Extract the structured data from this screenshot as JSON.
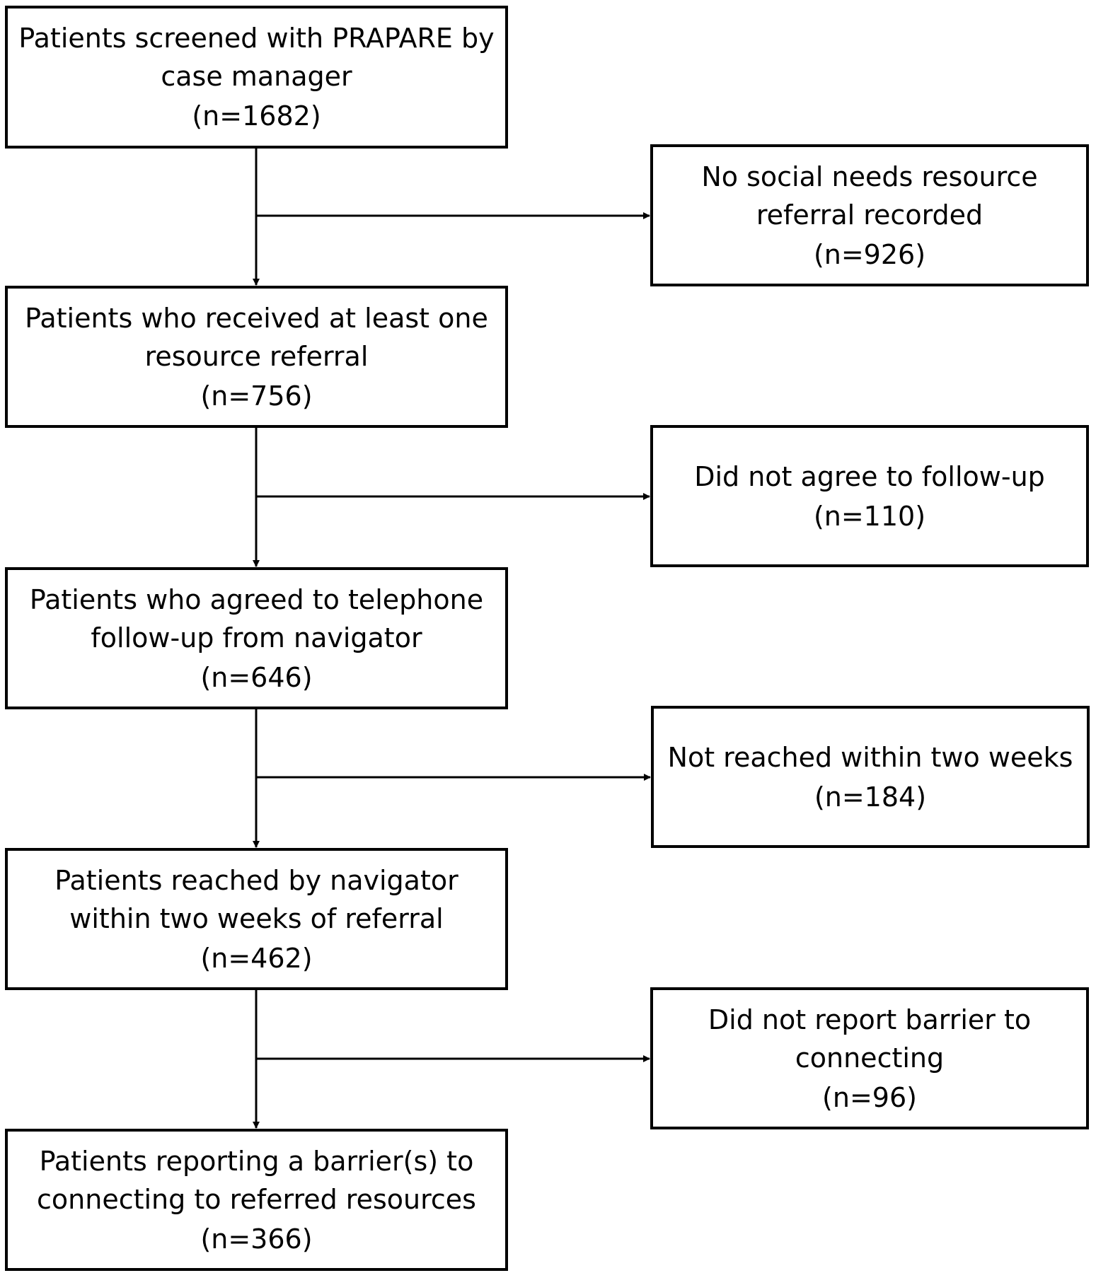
{
  "main_boxes": [
    {
      "lines": [
        "Patients screened with PRAPARE by",
        "case manager"
      ],
      "count": "(n=1682)"
    },
    {
      "lines": [
        "Patients who received at least one",
        "resource referral"
      ],
      "count": "(n=756)"
    },
    {
      "lines": [
        "Patients who agreed to telephone",
        "follow-up from navigator"
      ],
      "count": "(n=646)"
    },
    {
      "lines": [
        "Patients reached by navigator",
        "within two weeks of referral"
      ],
      "count": "(n=462)"
    },
    {
      "lines": [
        "Patients reporting a barrier(s) to",
        "connecting to referred resources"
      ],
      "count": "(n=366)"
    }
  ],
  "exclusion_boxes": [
    {
      "lines": [
        "No social needs resource",
        "referral recorded"
      ],
      "count": "(n=926)"
    },
    {
      "lines": [
        "Did not agree to follow-up"
      ],
      "count": "(n=110)"
    },
    {
      "lines": [
        "Not reached within two weeks"
      ],
      "count": "(n=184)"
    },
    {
      "lines": [
        "Did not report barrier to",
        "connecting"
      ],
      "count": "(n=96)"
    }
  ],
  "colors": {
    "stroke": "#000000",
    "background": "#ffffff"
  }
}
